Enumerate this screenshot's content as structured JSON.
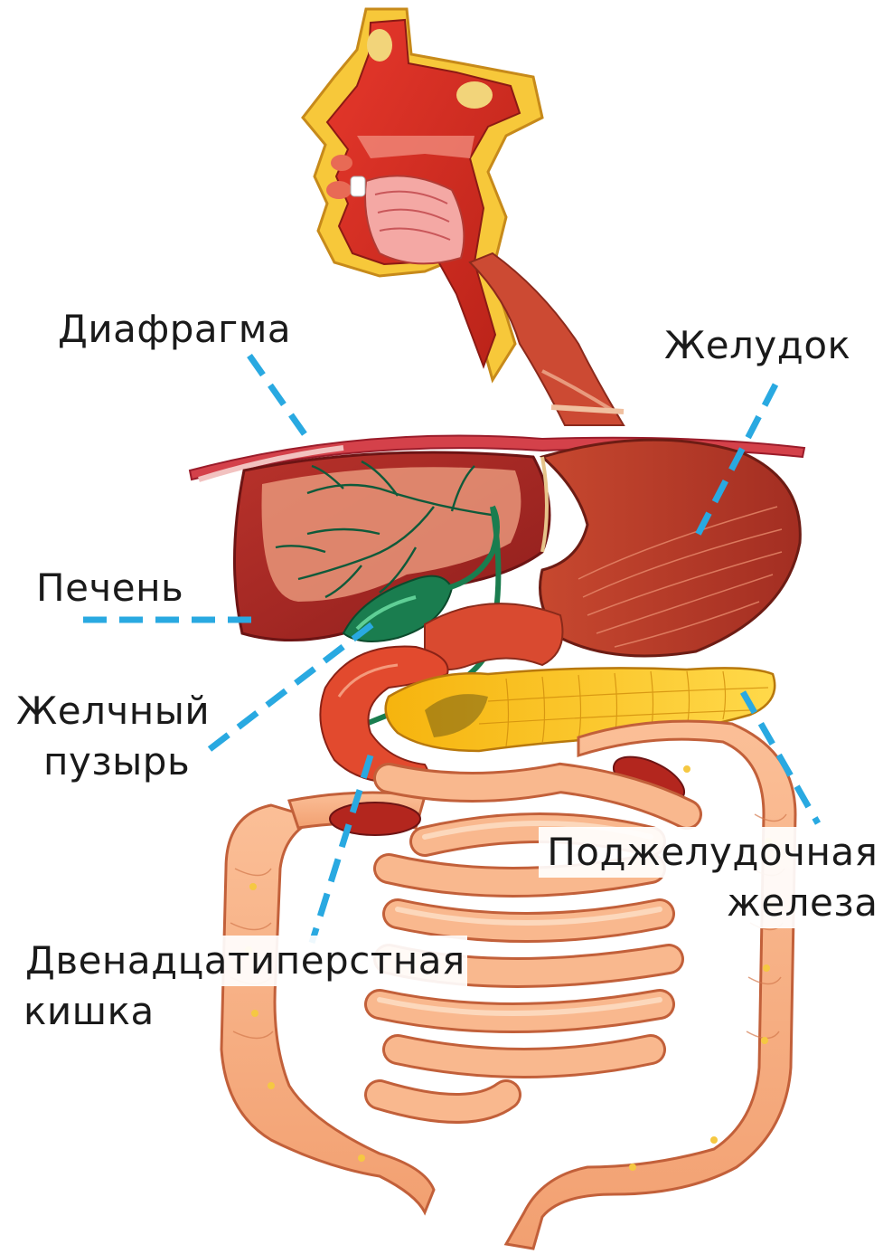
{
  "labels": {
    "diaphragm": "Диафрагма",
    "stomach": "Желудок",
    "liver": "Печень",
    "gallbladder": [
      "Желчный",
      "пузырь"
    ],
    "pancreas": [
      "Поджелудочная",
      "железа"
    ],
    "duodenum": [
      "Двенадцатиперстная",
      "кишка"
    ]
  },
  "colors": {
    "leader_line": "#29a9e1",
    "label_text": "#1a1a1a"
  }
}
